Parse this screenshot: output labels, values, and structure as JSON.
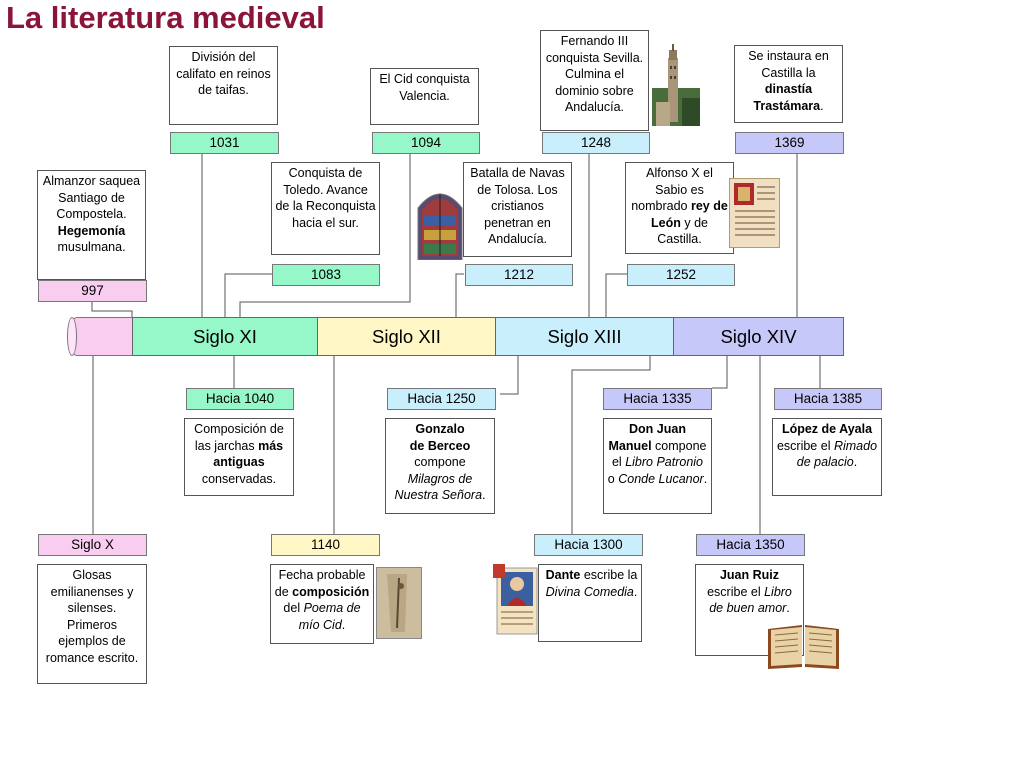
{
  "title": "La literatura medieval",
  "colors": {
    "siglo_x": "#f9cdf0",
    "siglo_xi": "#96f7c9",
    "siglo_xii": "#fff7c6",
    "siglo_xiii": "#c9eefc",
    "siglo_xiv": "#c7c8fa",
    "title": "#8b1538"
  },
  "centuries": [
    {
      "label": "Siglo XI"
    },
    {
      "label": "Siglo XII"
    },
    {
      "label": "Siglo XIII"
    },
    {
      "label": "Siglo XIV"
    }
  ],
  "events_top": [
    {
      "date": "1031",
      "text": "División del califato en reinos de taifas."
    },
    {
      "date": "1094",
      "text": "El Cid conquista Valencia."
    },
    {
      "date": "1248",
      "text": "Fernando III conquista Sevilla. Culmina el dominio sobre Andalucía."
    },
    {
      "date": "1369",
      "text_a": "Se instaura en Castilla la ",
      "text_b": "dinastía Trastámara",
      "text_c": "."
    },
    {
      "date": "997",
      "text_a": "Almanzor saquea Santiago de Compostela. ",
      "text_b": "Hegemonía",
      "text_c": " musulmana."
    },
    {
      "date": "1083",
      "text": "Conquista de Toledo. Avance de la Reconquista hacia el sur."
    },
    {
      "date": "1212",
      "text": "Batalla de Navas de Tolosa. Los cristianos penetran en Andalucía."
    },
    {
      "date": "1252",
      "text_a": "Alfonso X el Sabio es nombrado ",
      "text_b": "rey de León",
      "text_c": " y de Castilla."
    }
  ],
  "events_bottom": [
    {
      "date": "Hacia 1040",
      "text_a": "Composición",
      "text_b": " de las jarchas ",
      "text_c": "más antiguas",
      "text_d": " conservadas."
    },
    {
      "date": "Hacia 1250",
      "bold_a": "Gonzalo",
      "bold_b": "de Berceo",
      "text_a": " compone ",
      "italic_a": "Milagros de Nuestra Señora",
      "text_b": "."
    },
    {
      "date": "Hacia 1335",
      "bold_a": "Don Juan Manuel",
      "text_a": " compone el ",
      "italic_a": "Libro Patronio",
      "text_b": " o ",
      "italic_b": "Conde Lucanor",
      "text_c": "."
    },
    {
      "date": "Hacia 1385",
      "bold_a": "López de Ayala",
      "text_a": " escribe el ",
      "italic_a": "Rimado de palacio",
      "text_b": "."
    },
    {
      "date": "Siglo X",
      "text": "Glosas emilianenses y silenses. Primeros ejemplos de romance escrito."
    },
    {
      "date": "1140",
      "text_a": "Fecha probable de ",
      "text_b": "composición",
      "text_c": " del ",
      "italic_a": "Poema de mío Cid",
      "text_d": "."
    },
    {
      "date": "Hacia 1300",
      "bold_a": "Dante",
      "text_a": " escribe la ",
      "italic_a": "Divina Comedia",
      "text_b": "."
    },
    {
      "date": "Hacia 1350",
      "bold_a": "Juan Ruiz",
      "text_a": " escribe el ",
      "italic_a": "Libro de buen amor",
      "text_b": "."
    }
  ],
  "icons": {
    "giralda": "giralda-tower-image",
    "stained_glass": "stained-glass-window-image",
    "manuscript_alfonso": "illuminated-manuscript-image",
    "cid_manuscript": "poema-del-cid-manuscript-image",
    "dante": "dante-miniature-image",
    "book": "open-book-image"
  }
}
